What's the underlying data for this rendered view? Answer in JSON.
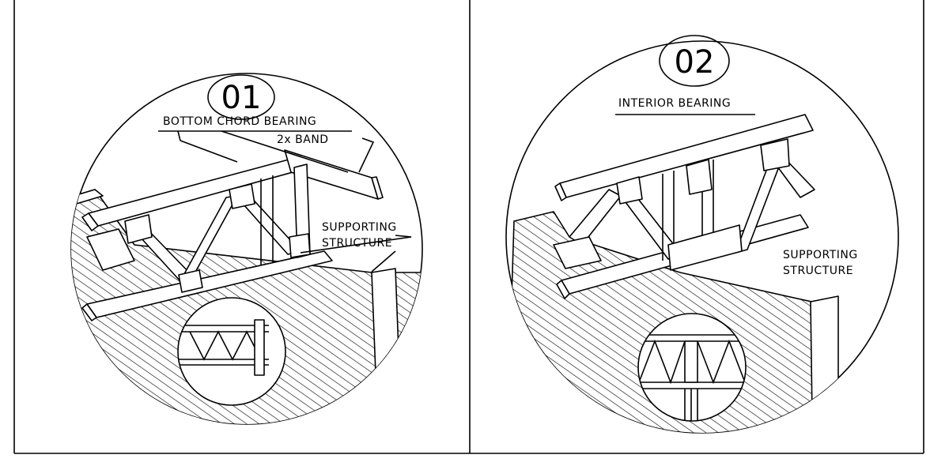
{
  "details": [
    {
      "number": "01",
      "title": "BOTTOM CHORD BEARING",
      "band_label": "2x  BAND",
      "support_label_line1": "SUPPORTING",
      "support_label_line2": "STRUCTURE"
    },
    {
      "number": "02",
      "title": "INTERIOR BEARING",
      "support_label_line1": "SUPPORTING",
      "support_label_line2": "STRUCTURE"
    }
  ]
}
